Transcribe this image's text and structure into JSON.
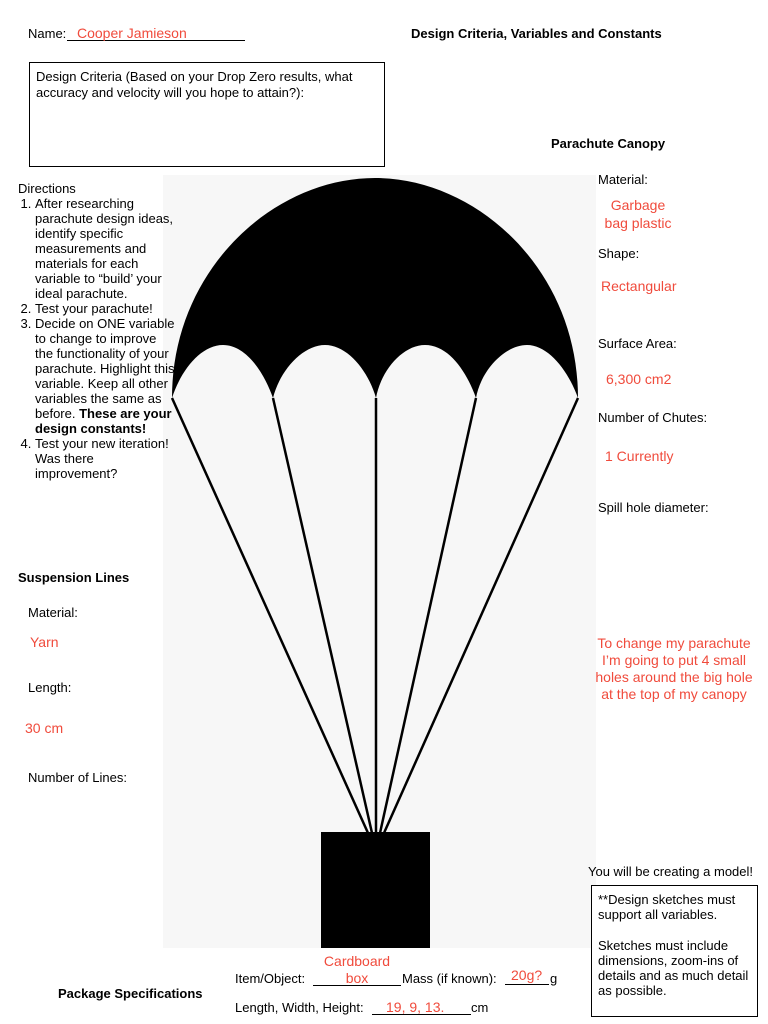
{
  "header": {
    "name_label": "Name:",
    "name_value": "Cooper Jamieson",
    "doc_title": "Design Criteria, Variables and Constants"
  },
  "criteria_box": {
    "text": "Design Criteria (Based on your Drop Zero results, what accuracy and velocity will you hope to attain?):"
  },
  "directions": {
    "heading": "Directions",
    "items": [
      "After researching parachute design ideas, identify specific measurements and materials for each variable to “build’ your ideal parachute.",
      "Test your parachute!",
      "Decide on ONE variable to change to improve the functionality of your parachute. Highlight this variable. Keep all other variables the same as before.",
      "Test your new iteration! Was there improvement?"
    ],
    "bold_note": "These are your design constants!"
  },
  "suspension": {
    "heading": "Suspension Lines",
    "material_label": "Material:",
    "material_value": "Yarn",
    "length_label": "Length:",
    "length_value": "30 cm",
    "lines_label": "Number of Lines:"
  },
  "canopy": {
    "heading": "Parachute Canopy",
    "material_label": "Material:",
    "material_value_1": "Garbage",
    "material_value_2": "bag plastic",
    "shape_label": "Shape:",
    "shape_value": "Rectangular",
    "area_label": "Surface Area:",
    "area_value": "6,300 cm2",
    "chutes_label": "Number of Chutes:",
    "chutes_value": "1 Currently",
    "spill_label": "Spill hole diameter:",
    "change_note": [
      "To change my parachute",
      "I’m going to put 4 small",
      "holes around the big hole",
      "at the top of my canopy"
    ]
  },
  "model": {
    "note": "You will be creating a model!",
    "sketch_box_1": "**Design sketches must support all variables.",
    "sketch_box_2": "Sketches must include dimensions, zoom-ins of details and as much detail as possible."
  },
  "package": {
    "heading": "Package Specifications",
    "item_label": "Item/Object:",
    "item_value_1": "Cardboard",
    "item_value_2": "box",
    "mass_label": "Mass (if known):",
    "mass_value": "20g?",
    "mass_unit": "g",
    "dims_label": "Length, Width, Height:",
    "dims_value": "19, 9, 13.",
    "dims_unit": "cm"
  },
  "colors": {
    "handwriting": "#f04b3c",
    "ink": "#000000"
  }
}
